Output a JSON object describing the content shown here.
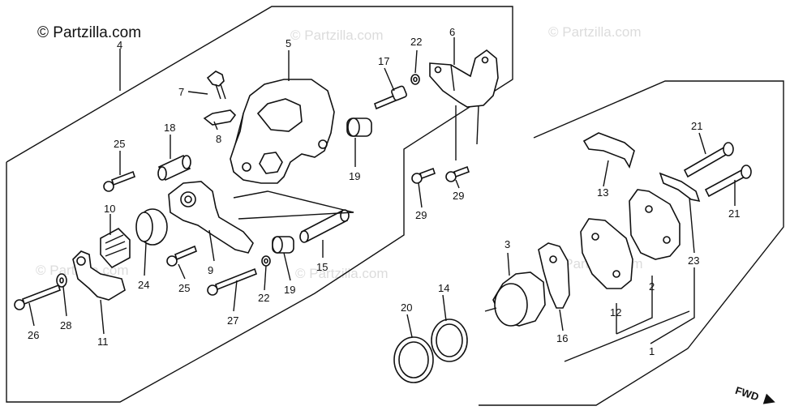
{
  "watermark": {
    "main": "© Partzilla.com",
    "faint": "© Partzilla.com"
  },
  "labels": {
    "p1": "1",
    "p2": "2",
    "p3": "3",
    "p4": "4",
    "p5": "5",
    "p6": "6",
    "p7": "7",
    "p8": "8",
    "p9": "9",
    "p10": "10",
    "p11": "11",
    "p12": "12",
    "p13": "13",
    "p14": "14",
    "p15": "15",
    "p16": "16",
    "p17": "17",
    "p18": "18",
    "p19a": "19",
    "p19b": "19",
    "p20": "20",
    "p21a": "21",
    "p21b": "21",
    "p22a": "22",
    "p22b": "22",
    "p23": "23",
    "p24": "24",
    "p25a": "25",
    "p25b": "25",
    "p26": "26",
    "p27": "27",
    "p28": "28",
    "p29a": "29",
    "p29b": "29"
  },
  "fwd_label": "FWD",
  "colors": {
    "ink": "#111111",
    "background": "#ffffff",
    "watermark": "#dcdcdc"
  }
}
